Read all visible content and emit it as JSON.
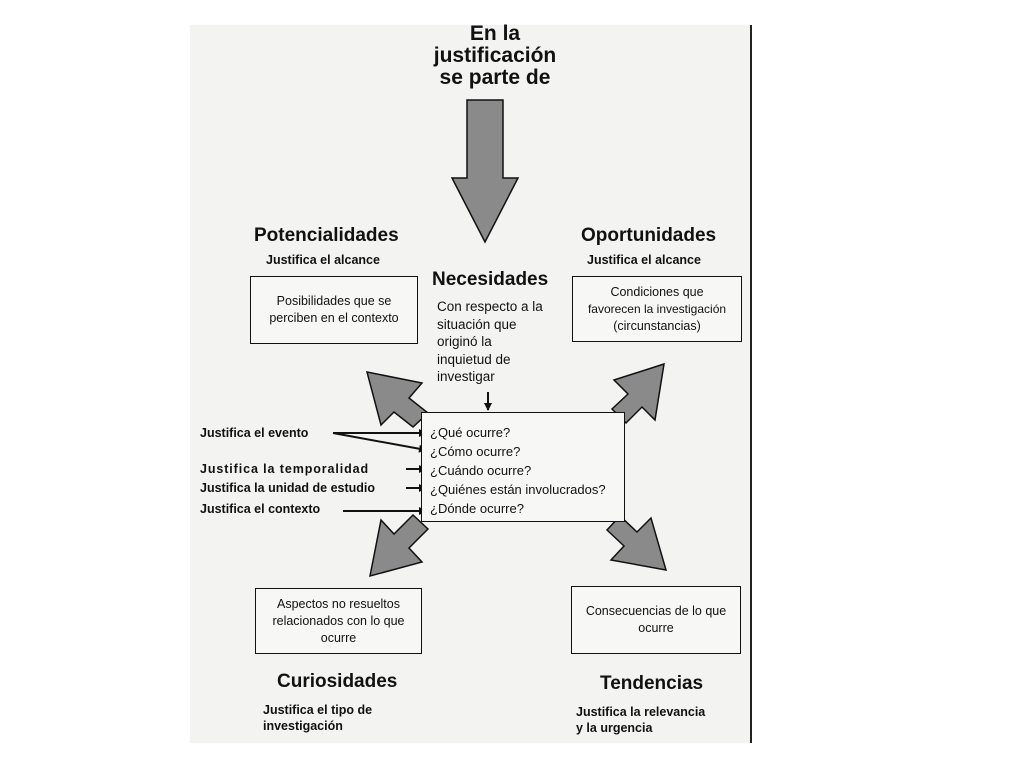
{
  "header": {
    "lines": [
      "En la",
      "justificación",
      "se parte de"
    ]
  },
  "center": {
    "title": "Necesidades",
    "description_lines": [
      "Con respecto a la",
      "situación que",
      "originó la",
      "inquietud de",
      "investigar"
    ],
    "questions": [
      "¿Qué ocurre?",
      "¿Cómo ocurre?",
      "¿Cuándo ocurre?",
      "¿Quiénes están involucrados?",
      "¿Dónde ocurre?"
    ]
  },
  "left_labels": [
    "Justifica el evento",
    "Justifica la temporalidad",
    "Justifica la unidad de estudio",
    "Justifica el contexto"
  ],
  "potencialidades": {
    "title": "Potencialidades",
    "subtitle": "Justifica el alcance",
    "box_lines": [
      "Posibilidades que se",
      "perciben en el contexto"
    ]
  },
  "oportunidades": {
    "title": "Oportunidades",
    "subtitle": "Justifica el alcance",
    "box_lines": [
      "Condiciones que",
      "favorecen la investigación",
      "(circunstancias)"
    ]
  },
  "curiosidades": {
    "title": "Curiosidades",
    "subtitle_lines": [
      "Justifica el tipo de",
      "investigación"
    ],
    "box_lines": [
      "Aspectos no resueltos",
      "relacionados con lo que",
      "ocurre"
    ]
  },
  "tendencias": {
    "title": "Tendencias",
    "subtitle_lines": [
      "Justifica la relevancia",
      "y la urgencia"
    ],
    "box_lines": [
      "Consecuencias de lo que",
      "ocurre"
    ]
  },
  "colors": {
    "arrow_fill": "#8a8a8a",
    "stroke": "#111111",
    "paper": "#f3f3f1"
  }
}
